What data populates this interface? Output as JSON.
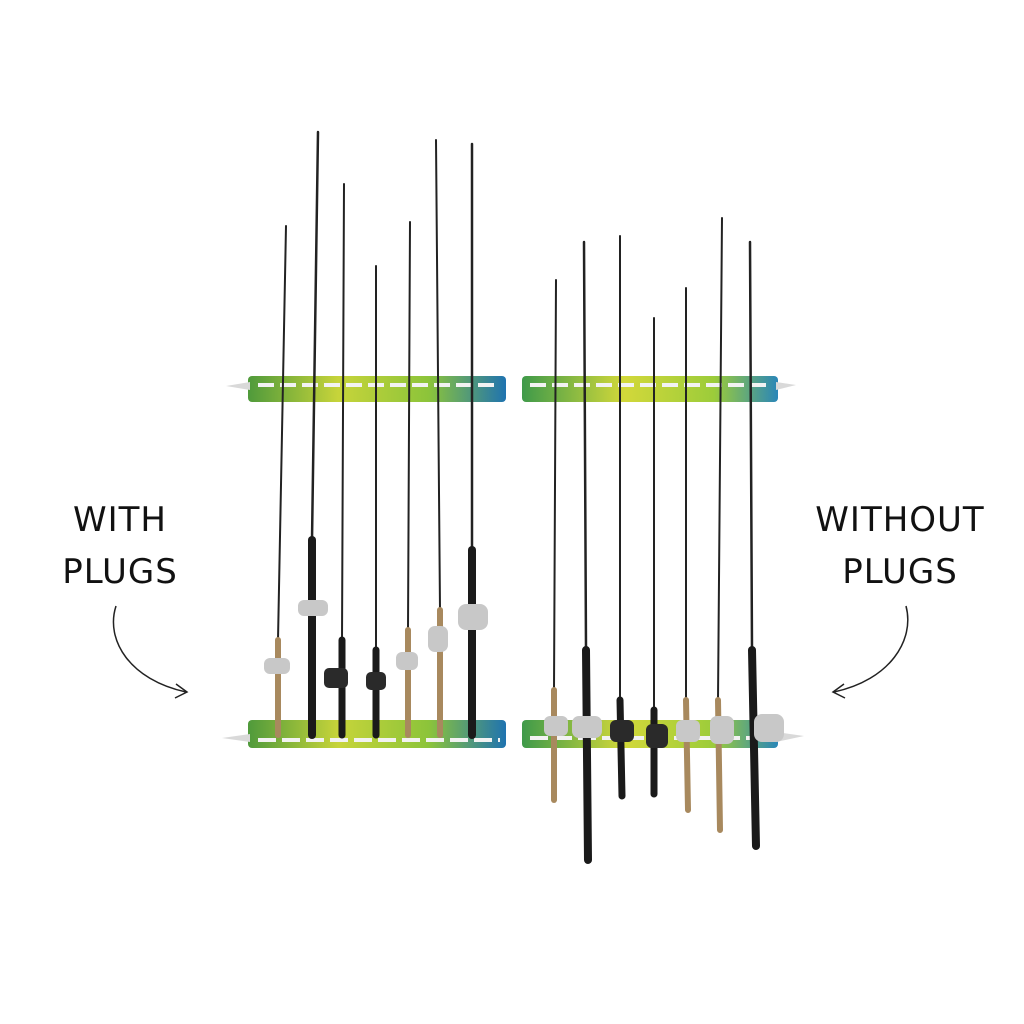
{
  "labels": {
    "left": {
      "line1": "WITH",
      "line2": "PLUGS"
    },
    "right": {
      "line1": "WITHOUT",
      "line2": "PLUGS"
    }
  },
  "colors": {
    "background": "#ffffff",
    "text": "#111111",
    "rack_green": "#a9c93a",
    "rack_blue": "#1f7fb0",
    "rod_blank": "#1a1a1a",
    "cork": "#a8895e",
    "reel_silver": "#c8c8c8"
  },
  "icons": {
    "left_arrow": "curved-arrow-icon",
    "right_arrow": "curved-arrow-icon"
  }
}
